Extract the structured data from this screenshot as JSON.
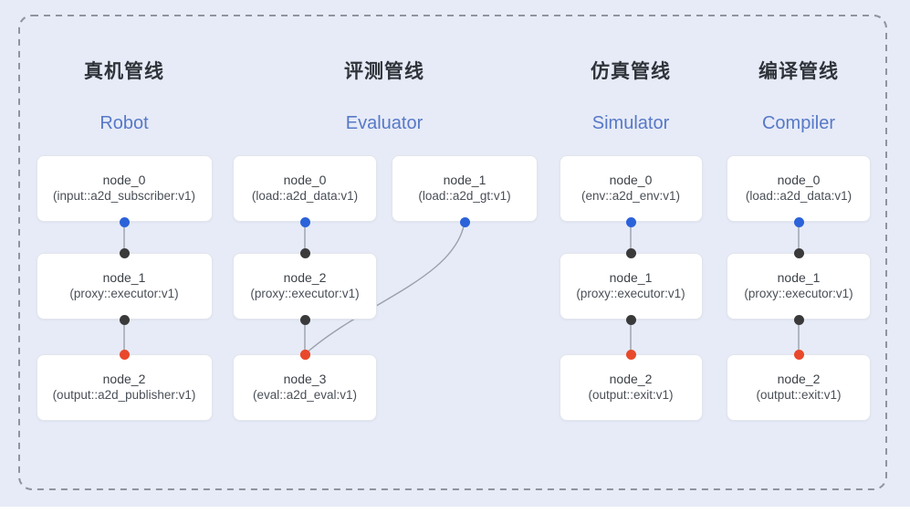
{
  "figure": {
    "background": "#e7ebf7",
    "dashed_border_color": "#8f949e"
  },
  "palette": {
    "blue": "#2b62d9",
    "dark": "#3a3a3a",
    "red": "#e8492c",
    "edge": "#9aa1ac",
    "title_zh": "#2f333a",
    "title_en": "#5679c7"
  },
  "pipelines": [
    {
      "title_zh": "真机管线",
      "title_en": "Robot",
      "nodes": [
        {
          "id": "node_0",
          "title": "node_0",
          "subtitle": "(input::a2d_subscriber:v1)"
        },
        {
          "id": "node_1",
          "title": "node_1",
          "subtitle": "(proxy::executor:v1)"
        },
        {
          "id": "node_2",
          "title": "node_2",
          "subtitle": "(output::a2d_publisher:v1)"
        }
      ],
      "edges": [
        {
          "from": "node_0",
          "to": "node_1",
          "from_port": "blue",
          "to_port": "dark",
          "curved": false
        },
        {
          "from": "node_1",
          "to": "node_2",
          "from_port": "dark",
          "to_port": "red",
          "curved": false
        }
      ]
    },
    {
      "title_zh": "评测管线",
      "title_en": "Evaluator",
      "nodes": [
        {
          "id": "node_0",
          "title": "node_0",
          "subtitle": "(load::a2d_data:v1)"
        },
        {
          "id": "node_1",
          "title": "node_1",
          "subtitle": "(load::a2d_gt:v1)"
        },
        {
          "id": "node_2",
          "title": "node_2",
          "subtitle": "(proxy::executor:v1)"
        },
        {
          "id": "node_3",
          "title": "node_3",
          "subtitle": "(eval::a2d_eval:v1)"
        }
      ],
      "edges": [
        {
          "from": "node_0",
          "to": "node_2",
          "from_port": "blue",
          "to_port": "dark",
          "curved": false
        },
        {
          "from": "node_2",
          "to": "node_3",
          "from_port": "dark",
          "to_port": "red",
          "curved": false
        },
        {
          "from": "node_1",
          "to": "node_3",
          "from_port": "blue",
          "to_port": "red",
          "curved": true
        }
      ]
    },
    {
      "title_zh": "仿真管线",
      "title_en": "Simulator",
      "nodes": [
        {
          "id": "node_0",
          "title": "node_0",
          "subtitle": "(env::a2d_env:v1)"
        },
        {
          "id": "node_1",
          "title": "node_1",
          "subtitle": "(proxy::executor:v1)"
        },
        {
          "id": "node_2",
          "title": "node_2",
          "subtitle": "(output::exit:v1)"
        }
      ],
      "edges": [
        {
          "from": "node_0",
          "to": "node_1",
          "from_port": "blue",
          "to_port": "dark",
          "curved": false
        },
        {
          "from": "node_1",
          "to": "node_2",
          "from_port": "dark",
          "to_port": "red",
          "curved": false
        }
      ]
    },
    {
      "title_zh": "编译管线",
      "title_en": "Compiler",
      "nodes": [
        {
          "id": "node_0",
          "title": "node_0",
          "subtitle": "(load::a2d_data:v1)"
        },
        {
          "id": "node_1",
          "title": "node_1",
          "subtitle": "(proxy::executor:v1)"
        },
        {
          "id": "node_2",
          "title": "node_2",
          "subtitle": "(output::exit:v1)"
        }
      ],
      "edges": [
        {
          "from": "node_0",
          "to": "node_1",
          "from_port": "blue",
          "to_port": "dark",
          "curved": false
        },
        {
          "from": "node_1",
          "to": "node_2",
          "from_port": "dark",
          "to_port": "red",
          "curved": false
        }
      ]
    }
  ]
}
